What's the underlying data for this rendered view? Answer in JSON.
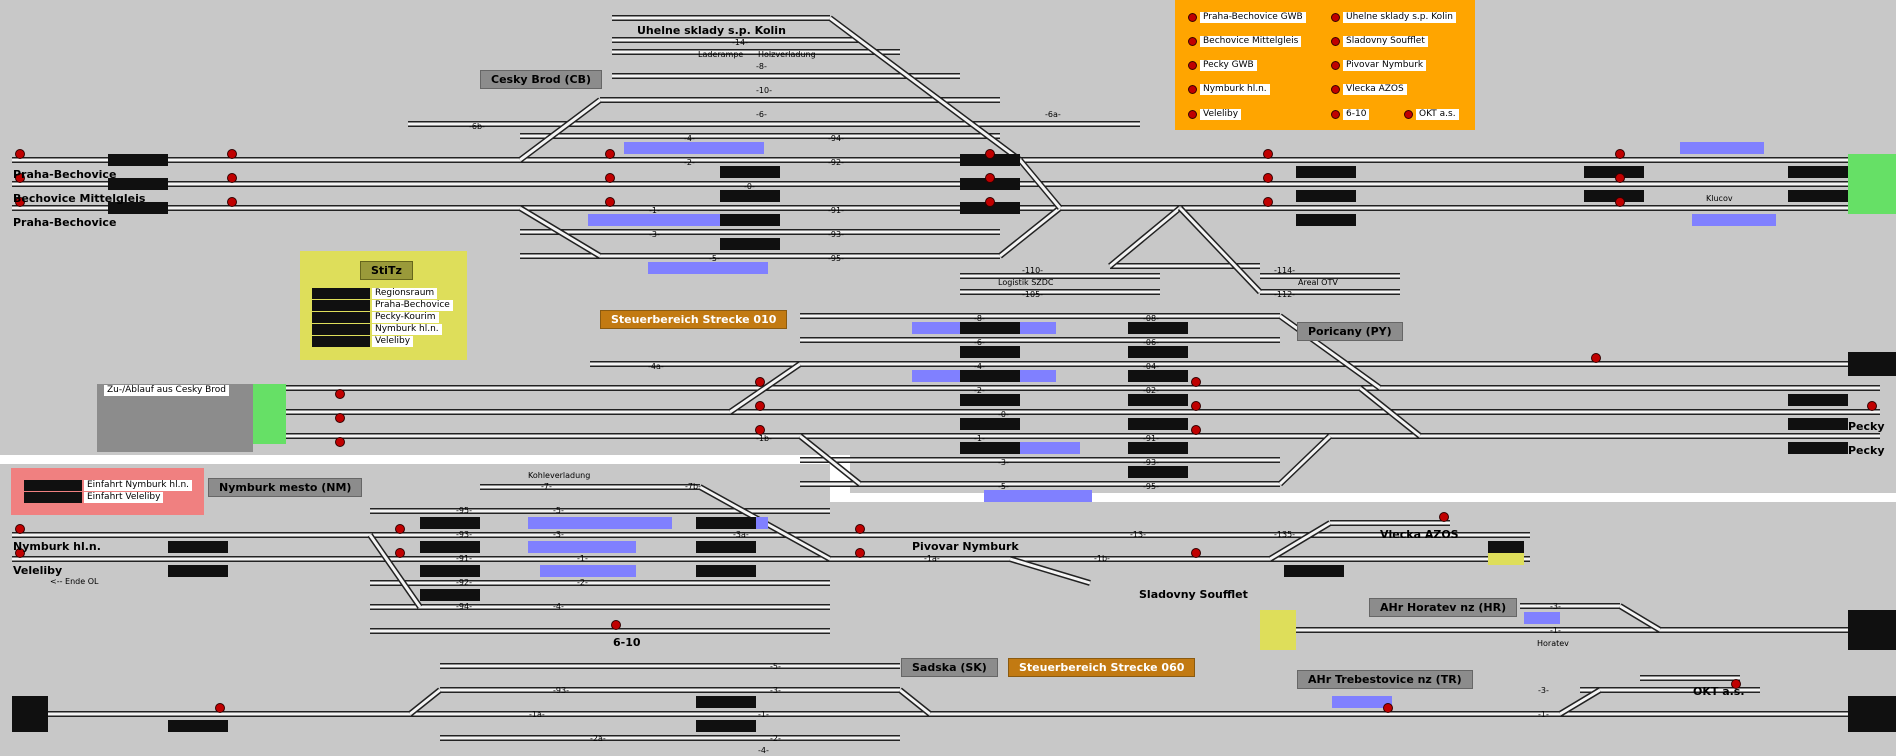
{
  "stations": {
    "cesky_brod": "Cesky Brod (CB)",
    "steuerbereich_010": "Steuerbereich Strecke 010",
    "poricany": "Poricany (PY)",
    "nymburk_mesto": "Nymburk mesto (NM)",
    "sadska": "Sadska (SK)",
    "steuerbereich_060": "Steuerbereich Strecke 060",
    "horatev": "AHr Horatev nz (HR)",
    "trebestovice": "AHr Trebestovice nz (TR)",
    "stitz": "StiTz"
  },
  "places": {
    "uhelne_sklady": "Uhelne sklady s.p. Kolin",
    "laderampe": "Laderampe",
    "holzverladung": "Holzverladung",
    "praha_bechovice_1": "Praha-Bechovice",
    "bechovice_mittelgleis": "Bechovice Mittelgleis",
    "praha_bechovice_2": "Praha-Bechovice",
    "klucov": "Klucov",
    "logistik": "Logistik SZDC",
    "areal_otv": "Areal OTV",
    "zu_ablauf": "Zu-/Ablauf aus Cesky Brod",
    "pecky_1": "Pecky",
    "pecky_2": "Pecky",
    "kohleverladung": "Kohleverladung",
    "nymburk_hl": "Nymburk hl.n.",
    "veleliby": "Veleliby",
    "ende_ol": "<-- Ende OL",
    "pivovar_nymburk": "Pivovar Nymburk",
    "vlecka_azos": "Vlecka AZOS",
    "sladovny": "Sladovny Soufflet",
    "six_ten": "6-10",
    "horatev": "Horatev",
    "okt": "OKT a.s."
  },
  "legend_top": {
    "items": [
      "Praha-Bechovice GWB",
      "Uhelne sklady s.p. Kolin",
      "Bechovice Mittelgleis",
      "Sladovny Soufflet",
      "Pecky GWB",
      "Pivovar Nymburk",
      "Nymburk hl.n.",
      "Vlecka AZOS",
      "Veleliby",
      "6-10",
      "OKT a.s."
    ]
  },
  "stitz_panel": {
    "items": [
      "Regionsraum",
      "Praha-Bechovice",
      "Pecky-Kourim",
      "Nymburk hl.n.",
      "Veleliby"
    ]
  },
  "einfahrt_panel": {
    "items": [
      "Einfahrt Nymburk hl.n.",
      "Einfahrt Veleliby"
    ]
  },
  "track_labels": {
    "cb": [
      "-14-",
      "-10-",
      "-6b-",
      "-6-",
      "-4-",
      "-2-",
      "-0-",
      "-1-",
      "-3-",
      "-5-",
      "-94-",
      "-92-",
      "-91-",
      "-93-",
      "-95-",
      "-6a-",
      "-8-"
    ],
    "py": [
      "-8-",
      "-6-",
      "-4-",
      "-2-",
      "-0-",
      "-1-",
      "-3-",
      "-5-",
      "-08-",
      "-06-",
      "-04-",
      "-02-",
      "-91-",
      "-93-",
      "-95-",
      "-4a-",
      "-1b-",
      "-110-",
      "-105-",
      "-114-",
      "-112-"
    ],
    "nm": [
      "-7-",
      "-7b-",
      "-5-",
      "-3-",
      "-1-",
      "-2-",
      "-4-",
      "-95-",
      "-93-",
      "-91-",
      "-92-",
      "-94-",
      "-3a-",
      "-1a-",
      "-13-",
      "-1b-",
      "-135-"
    ],
    "sk": [
      "-5-",
      "-3-",
      "-1-",
      "-2-",
      "-4-",
      "-93-",
      "-1a-",
      "-2a-"
    ],
    "hr": [
      "-3-",
      "-1-"
    ],
    "tr": [
      "-3-",
      "-1-"
    ]
  },
  "colors": {
    "background": "#c8c8c8",
    "track": "#f4f4f4",
    "rail_edge": "#222222",
    "signal_red": "#c00000",
    "orange_panel": "#ffa500",
    "yellow_panel": "#dede5a",
    "pink_panel": "#f08080",
    "platform": "#8080ff",
    "green_end": "#66e066",
    "brown_tag": "#c27a12"
  }
}
